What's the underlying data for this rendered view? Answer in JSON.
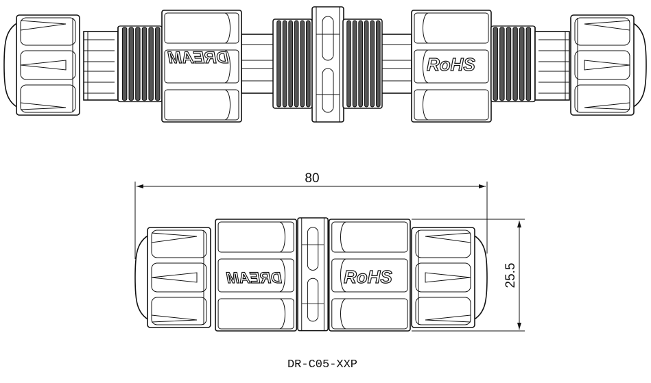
{
  "top_view": {
    "left_body_label": "DREAM",
    "right_body_label": "RoHS"
  },
  "assembled_view": {
    "left_body_label": "DREAM",
    "right_body_label": "RoHS",
    "length_dimension": "80",
    "diameter_dimension": "25.5"
  },
  "model_caption": "DR-C05-XXP",
  "colors": {
    "line": "#111111",
    "background": "#ffffff"
  }
}
